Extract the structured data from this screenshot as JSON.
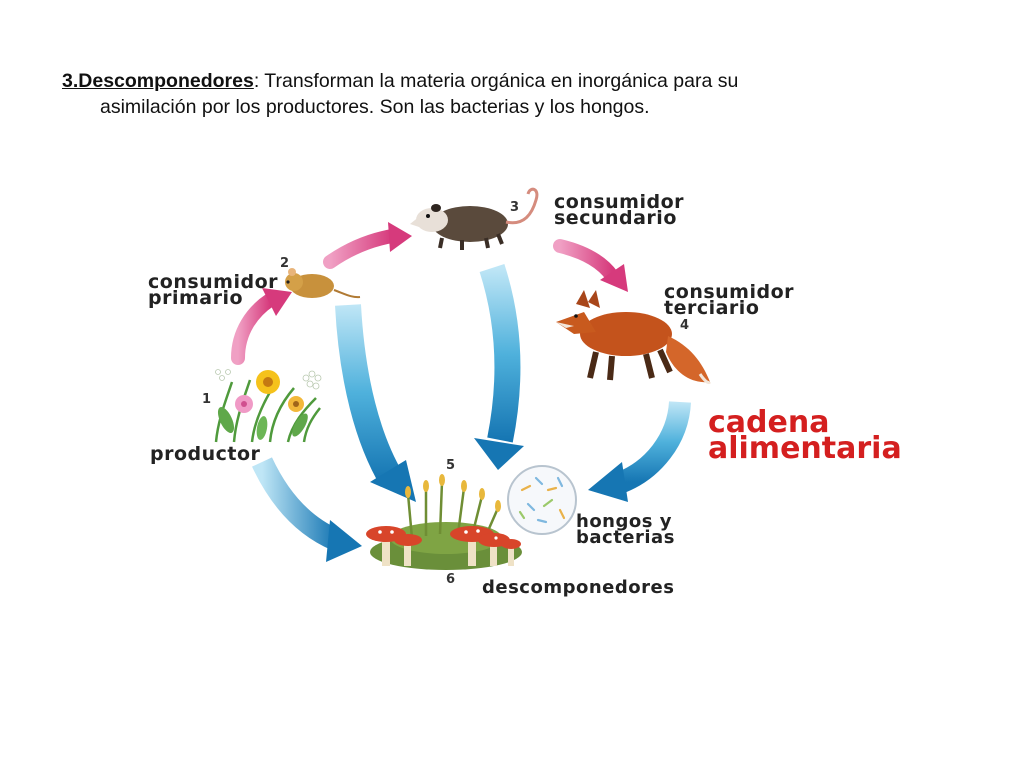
{
  "heading": {
    "term": "3.Descomponedores",
    "line1_rest": ": Transforman la materia orgánica en inorgánica  para su",
    "line2": "asimilación por los productores. Son las bacterias y los hongos."
  },
  "diagram": {
    "title_line1": "cadena",
    "title_line2": "alimentaria",
    "nodes": {
      "producer": {
        "number": "1",
        "label": "productor"
      },
      "primary": {
        "number": "2",
        "label_line1": "consumidor",
        "label_line2": "primario"
      },
      "secondary": {
        "number": "3",
        "label_line1": "consumidor",
        "label_line2": "secundario"
      },
      "tertiary": {
        "number": "4",
        "label_line1": "consumidor",
        "label_line2": "terciario"
      },
      "fungi_bacteria": {
        "number": "5",
        "label_line1": "hongos y",
        "label_line2": "bacterias"
      },
      "decomposers": {
        "number": "6",
        "label": "descomponedores"
      }
    },
    "colors": {
      "flow_arrow": "#d63a7c",
      "decay_arrow": "#1f8fc8",
      "title": "#d41f1f"
    }
  }
}
